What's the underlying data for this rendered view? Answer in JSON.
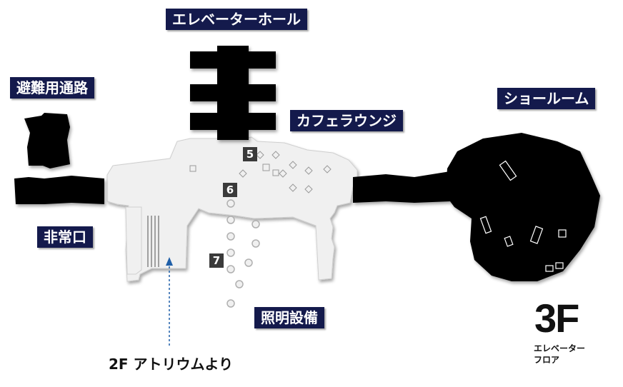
{
  "areas": {
    "elevator_hall": "エレベーターホール",
    "emergency_passage": "避難用通路",
    "cafe_lounge": "カフェラウンジ",
    "showroom": "ショールーム",
    "emergency_exit": "非常口",
    "lighting": "照明設備"
  },
  "markers": {
    "m5": "5",
    "m6": "6",
    "m7": "7"
  },
  "atrium_note": "2F アトリウムより",
  "floor": {
    "number": "3F",
    "line1": "エレベーター",
    "line2": "フロア"
  },
  "colors": {
    "label_bg": "#141a4c",
    "floor_fill": "#f0f0f0",
    "room_fill": "#000000",
    "arrow": "#1f5fa8"
  }
}
